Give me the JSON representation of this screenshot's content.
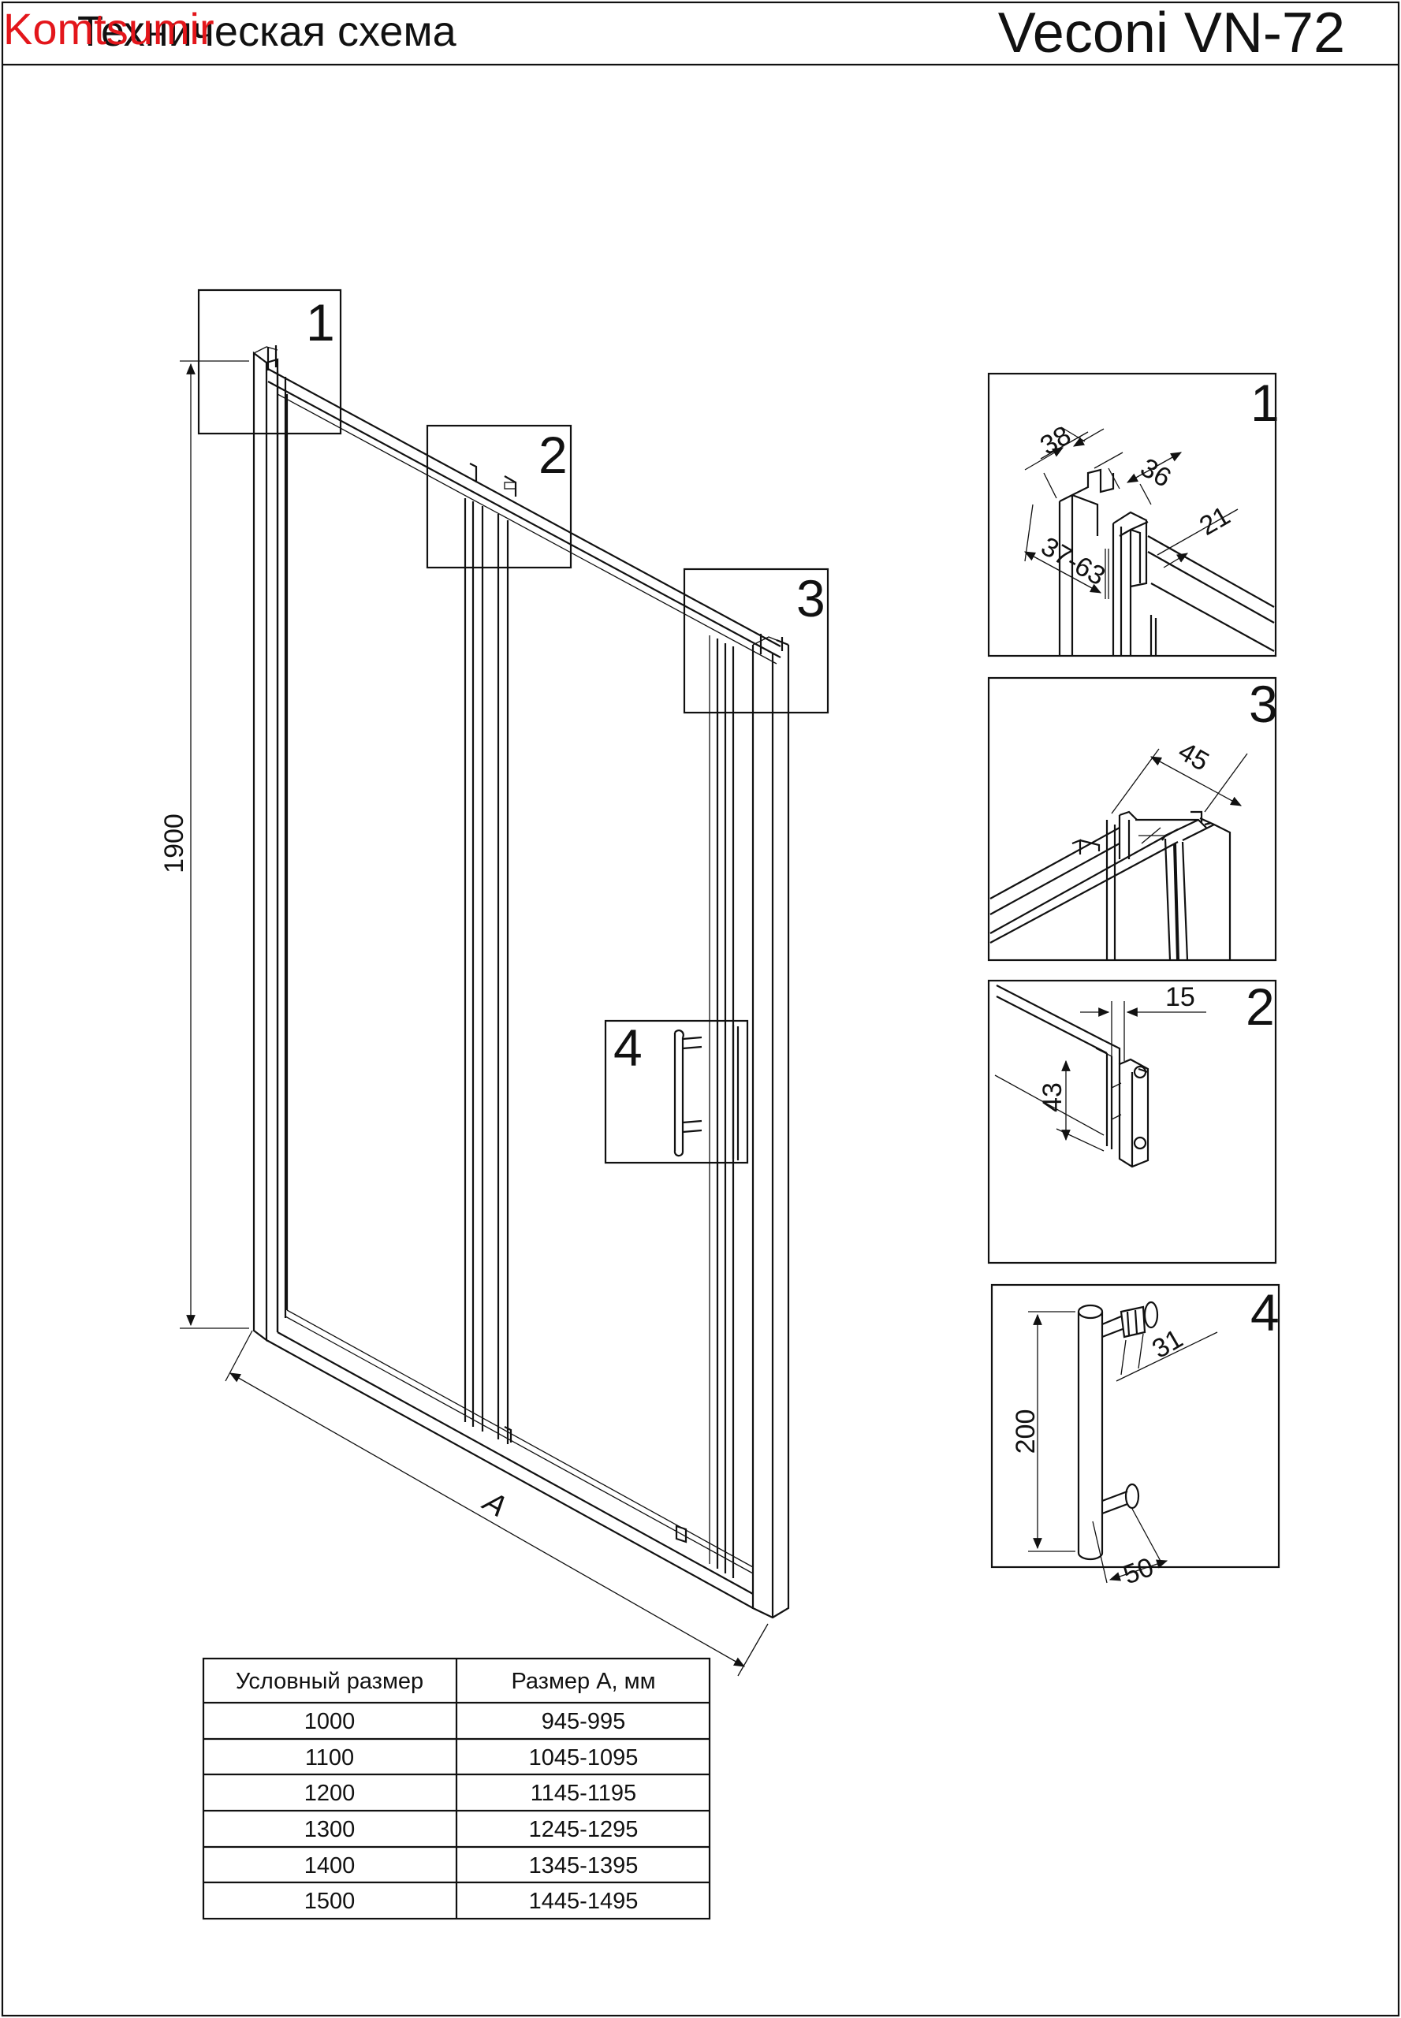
{
  "header": {
    "watermark": "Komtsumir",
    "title": "Техническая схема",
    "model": "Veconi VN-72"
  },
  "main_view": {
    "height_label": "1900",
    "width_label": "A",
    "callouts": [
      "1",
      "2",
      "3",
      "4"
    ]
  },
  "details": {
    "d1": {
      "number": "1",
      "dims": [
        "38",
        "36",
        "21",
        "37-63"
      ]
    },
    "d3": {
      "number": "3",
      "dims": [
        "45"
      ]
    },
    "d2": {
      "number": "2",
      "dims": [
        "15",
        "43"
      ]
    },
    "d4": {
      "number": "4",
      "dims": [
        "31",
        "200",
        "50"
      ]
    }
  },
  "size_table": {
    "headers": [
      "Условный размер",
      "Размер А, мм"
    ],
    "rows": [
      [
        "1000",
        "945-995"
      ],
      [
        "1100",
        "1045-1095"
      ],
      [
        "1200",
        "1145-1195"
      ],
      [
        "1300",
        "1245-1295"
      ],
      [
        "1400",
        "1345-1395"
      ],
      [
        "1500",
        "1445-1495"
      ]
    ]
  }
}
